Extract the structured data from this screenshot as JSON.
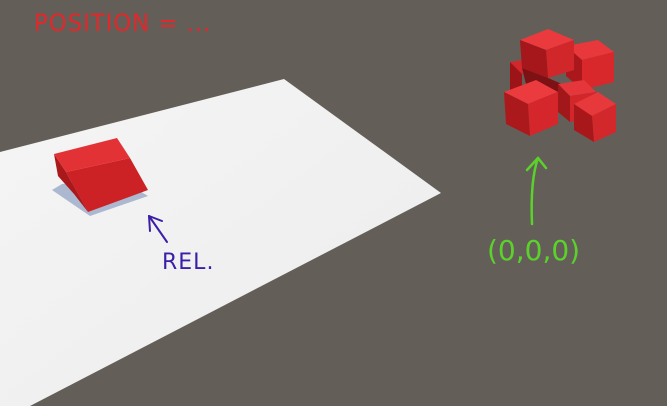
{
  "annotations": {
    "title": "POSITION = ...",
    "relative_label": "REL.",
    "origin_label": "(0,0,0)"
  },
  "colors": {
    "background": "#645e58",
    "plane": "#f4f4f4",
    "cube_red": "#d92a2e",
    "title_red": "#e2282a",
    "label_purple": "#3c1ea8",
    "label_green": "#5bd22c"
  }
}
